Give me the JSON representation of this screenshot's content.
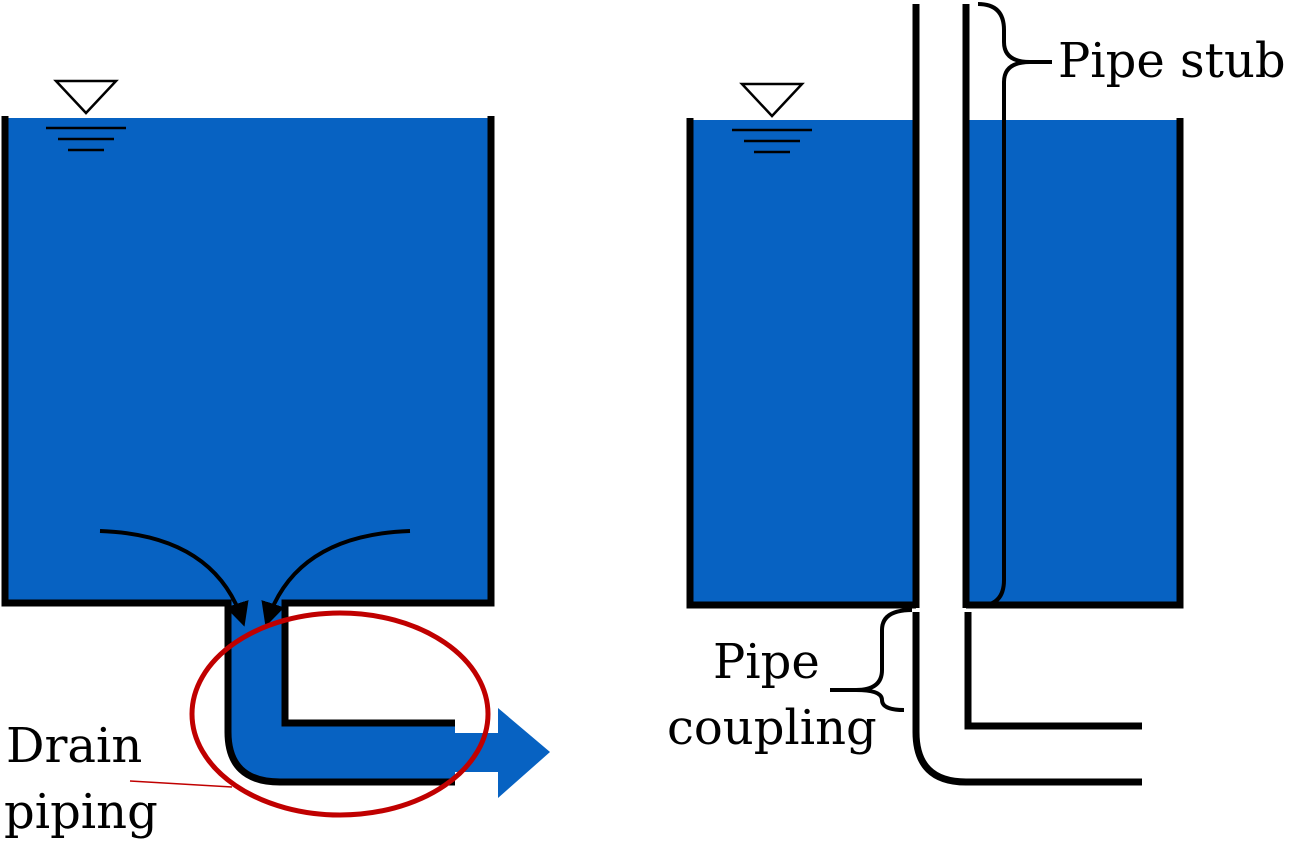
{
  "colors": {
    "water": "#0762C2",
    "wall": "#000000",
    "highlight_ellipse": "#C00000",
    "leader_line": "#C00000"
  },
  "left_figure": {
    "drain_label_line1": "Drain",
    "drain_label_line2": "piping",
    "free_surface_symbol": "water-level-triangle"
  },
  "right_figure": {
    "pipe_stub_label": "Pipe stub",
    "pipe_coupling_line1": "Pipe",
    "pipe_coupling_line2": "coupling",
    "free_surface_symbol": "water-level-triangle"
  }
}
